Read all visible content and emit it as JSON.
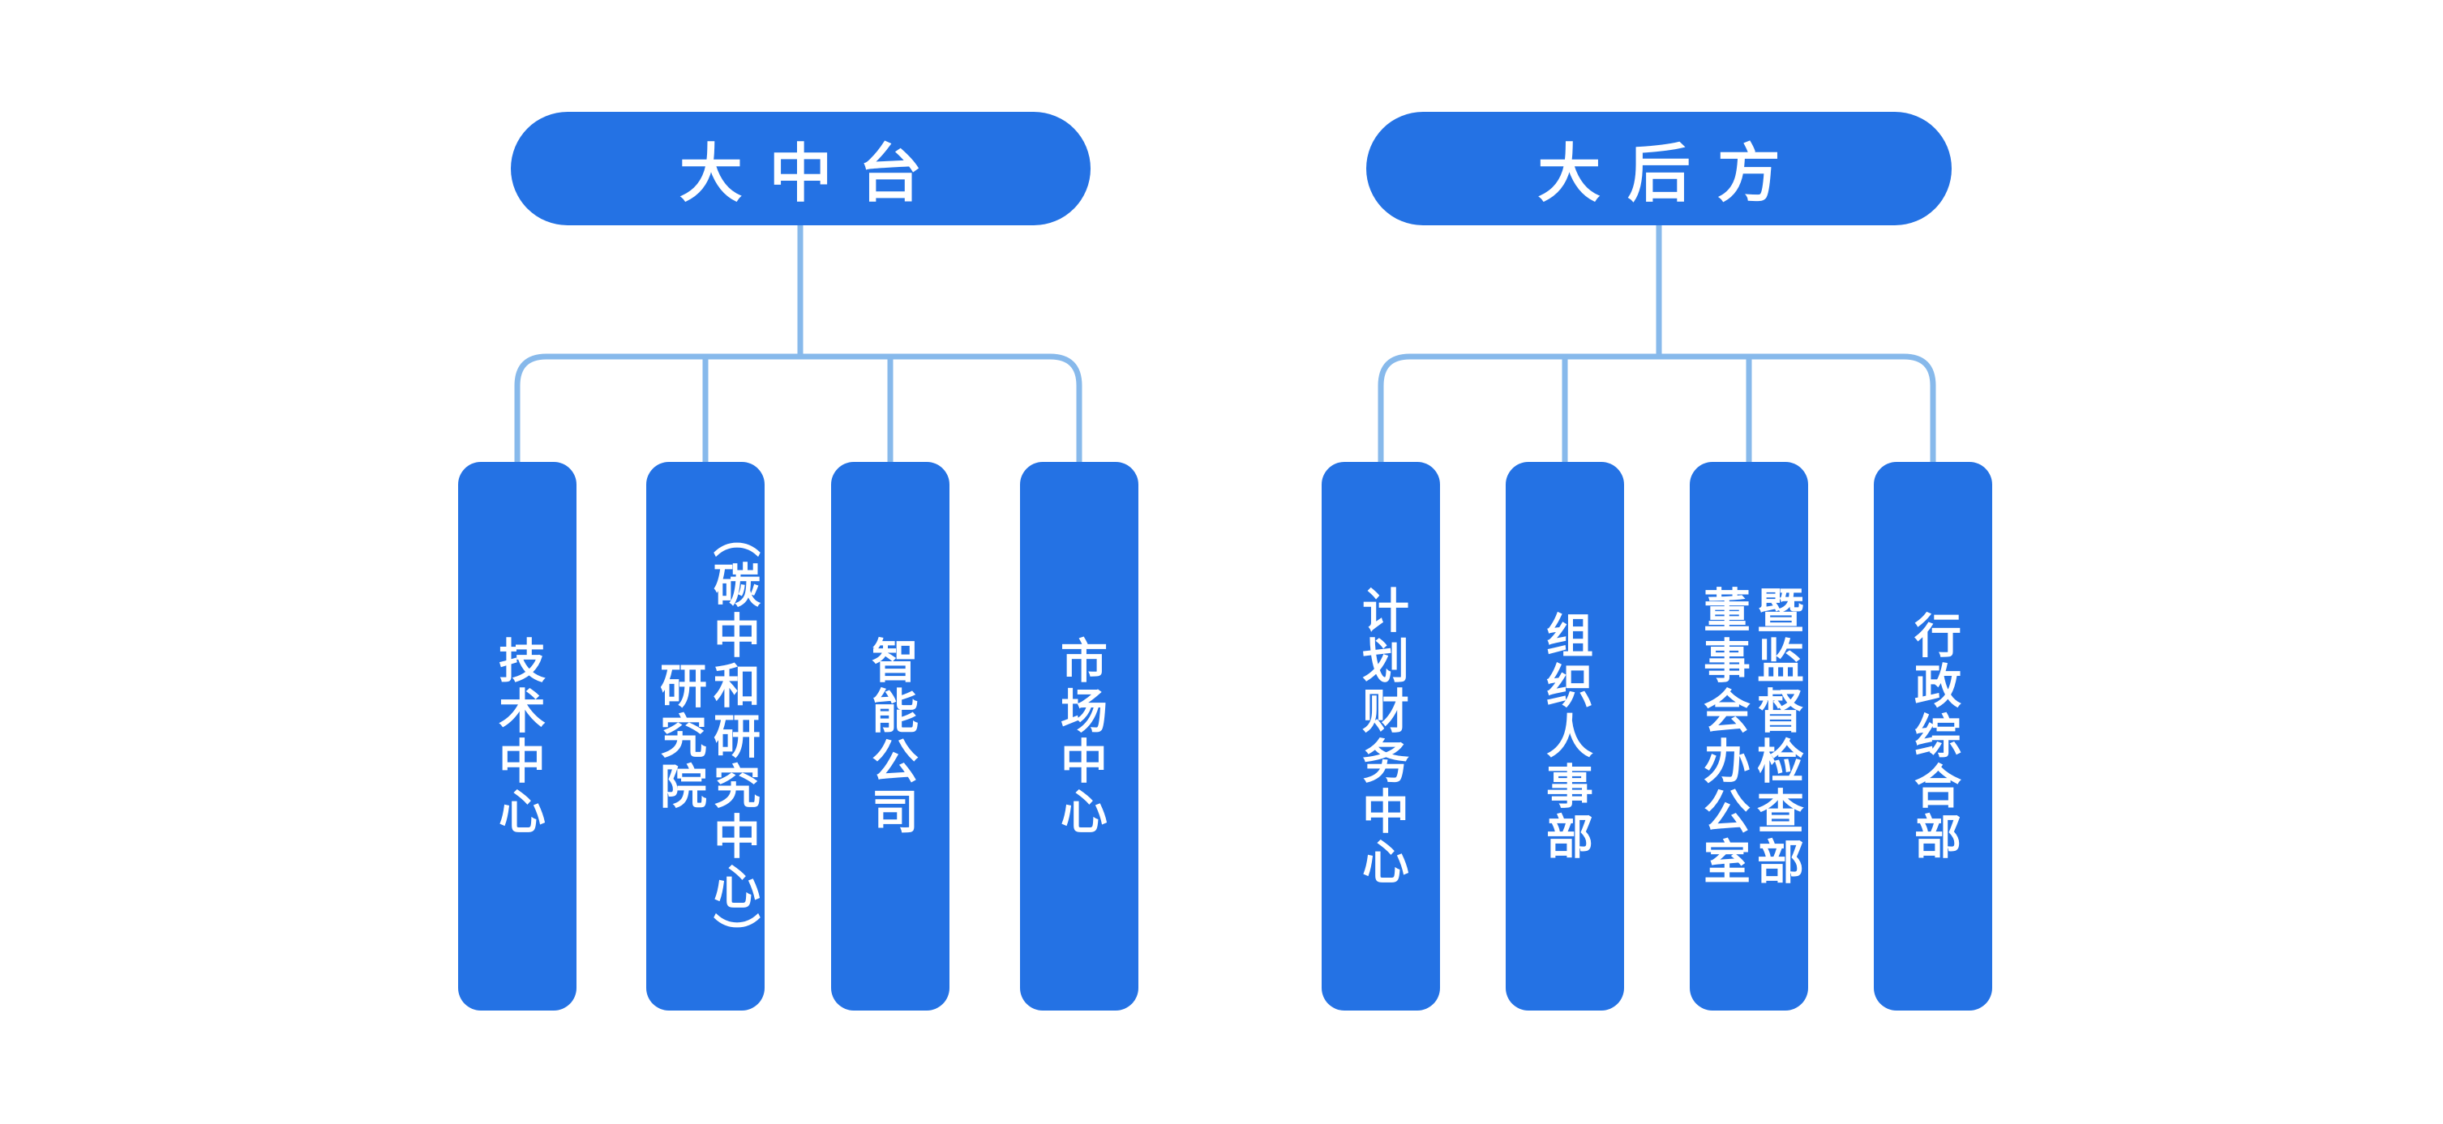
{
  "colors": {
    "node_fill": "#2472e4",
    "connector": "#87b9eb",
    "node_text": "#ffffff",
    "background": "#ffffff"
  },
  "groups": [
    {
      "root": {
        "label": "大中台"
      },
      "children": [
        {
          "label": "技术中心",
          "display_text": "技术中心"
        },
        {
          "label": "研究院（碳中和研究中心）",
          "display_text": "研究院\n（碳中和研究中心）"
        },
        {
          "label": "智能公司",
          "display_text": "智能公司"
        },
        {
          "label": "市场中心",
          "display_text": "市场中心"
        }
      ]
    },
    {
      "root": {
        "label": "大后方"
      },
      "children": [
        {
          "label": "计划财务中心",
          "display_text": "计划财务中心"
        },
        {
          "label": "组织人事部",
          "display_text": "组织人事部"
        },
        {
          "label": "董事会办公室暨监督检查部",
          "display_text": "董事会办公室\n暨监督检查部"
        },
        {
          "label": "行政综合部",
          "display_text": "行政综合部"
        }
      ]
    }
  ]
}
